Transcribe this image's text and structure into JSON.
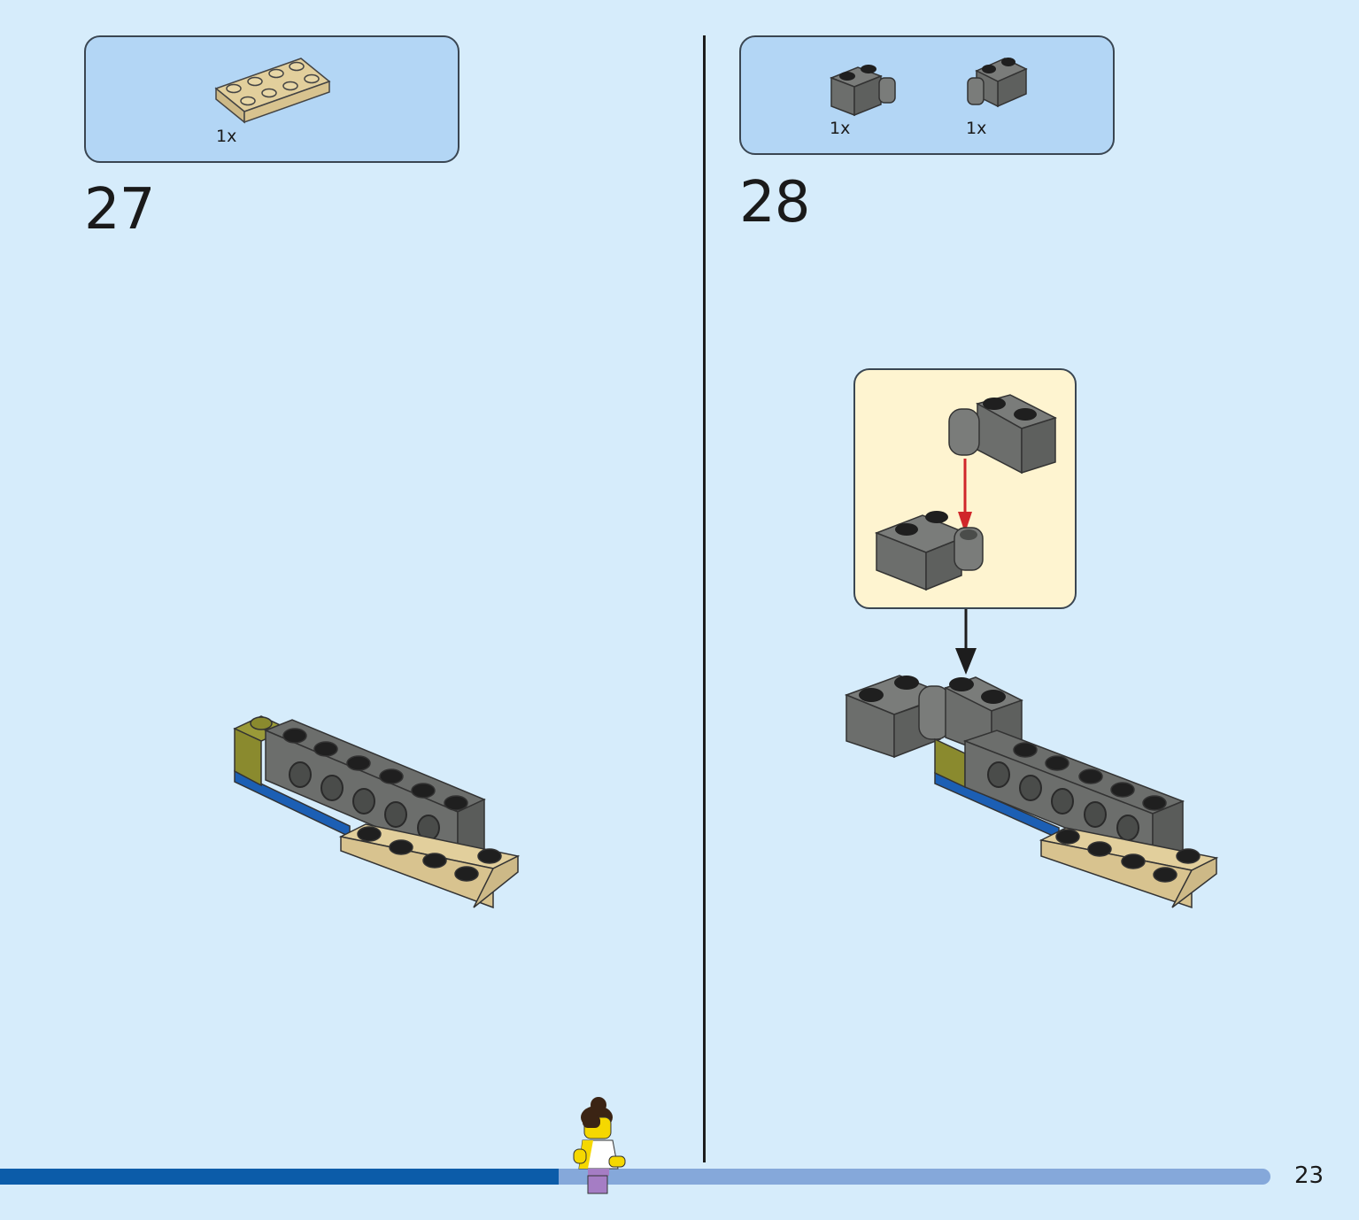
{
  "steps": [
    {
      "number": "27",
      "parts": [
        {
          "name": "tan-2x4-plate",
          "quantity": "1x",
          "color": "#e2cf9c"
        }
      ]
    },
    {
      "number": "28",
      "parts": [
        {
          "name": "dark-gray-hinge-brick-base",
          "quantity": "1x",
          "color": "#6c6e6c"
        },
        {
          "name": "dark-gray-hinge-brick-top",
          "quantity": "1x",
          "color": "#6c6e6c"
        }
      ]
    }
  ],
  "page": {
    "number": "23"
  },
  "progress": {
    "fraction": 0.44
  },
  "colors": {
    "background": "#d6ecfb",
    "parts_box": "#b3d6f5",
    "callout": "#fef4d0",
    "dark_gray": "#6c6e6c",
    "tan": "#e2cf9c",
    "olive": "#8a8a2e",
    "blue": "#1c5fb4",
    "progress_fill": "#0c5ca9",
    "progress_track": "#85a8da",
    "arrow_red": "#d0262a"
  }
}
